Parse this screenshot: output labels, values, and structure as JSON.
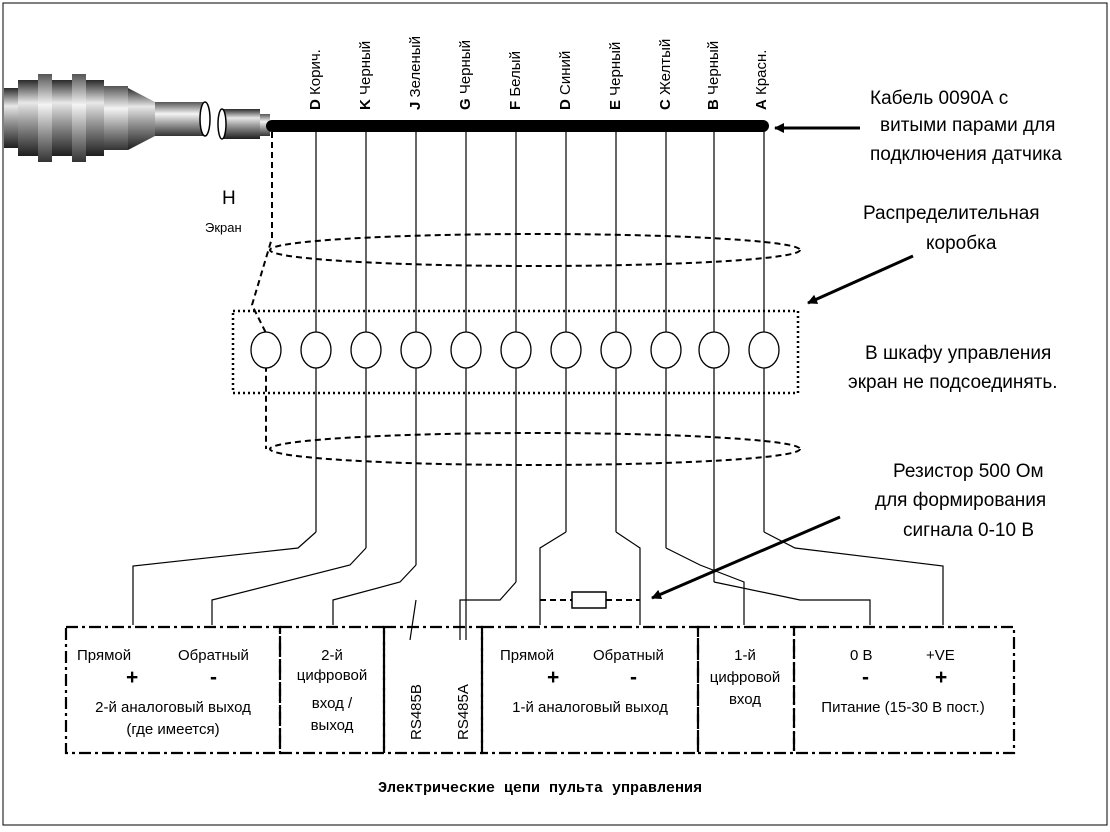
{
  "wires": [
    {
      "letter": "D",
      "name": "Корич."
    },
    {
      "letter": "K",
      "name": "Черный"
    },
    {
      "letter": "J",
      "name": "Зеленый"
    },
    {
      "letter": "G",
      "name": "Черный"
    },
    {
      "letter": "F",
      "name": "Белый"
    },
    {
      "letter": "D",
      "name": "Синий"
    },
    {
      "letter": "E",
      "name": "Черный"
    },
    {
      "letter": "C",
      "name": "Желтый"
    },
    {
      "letter": "B",
      "name": "Черный"
    },
    {
      "letter": "A",
      "name": "Красн."
    }
  ],
  "shield": {
    "letter": "H",
    "label": "Экран"
  },
  "annotations": {
    "cable": [
      "Кабель 0090А с",
      "витыми парами для",
      "подключения датчика"
    ],
    "junction_box": [
      "Распределительная",
      "коробка"
    ],
    "cabinet_note": [
      "В шкафу управления",
      "экран не подсоединять."
    ],
    "resistor": [
      "Резистор 500 Ом",
      "для формирования",
      "сигнала 0-10 В"
    ]
  },
  "groups": {
    "analog2": {
      "pos": "Прямой",
      "neg": "Обратный",
      "plus": "+",
      "minus": "-",
      "title": [
        "2-й аналоговый выход",
        "(где имеется)"
      ]
    },
    "digital2": {
      "title": [
        "2-й",
        "цифровой",
        "вход /",
        "выход"
      ]
    },
    "rs485": {
      "b": "RS485B",
      "a": "RS485A"
    },
    "analog1": {
      "pos": "Прямой",
      "neg": "Обратный",
      "plus": "+",
      "minus": "-",
      "title": "1-й аналоговый выход"
    },
    "digital1": {
      "title": [
        "1-й",
        "цифровой",
        "вход"
      ]
    },
    "power": {
      "zero": "0 В",
      "ve": "+VE",
      "minus": "-",
      "plus": "+",
      "title": "Питание (15-30 В пост.)"
    }
  },
  "footer": "Электрические цепи пульта управления"
}
